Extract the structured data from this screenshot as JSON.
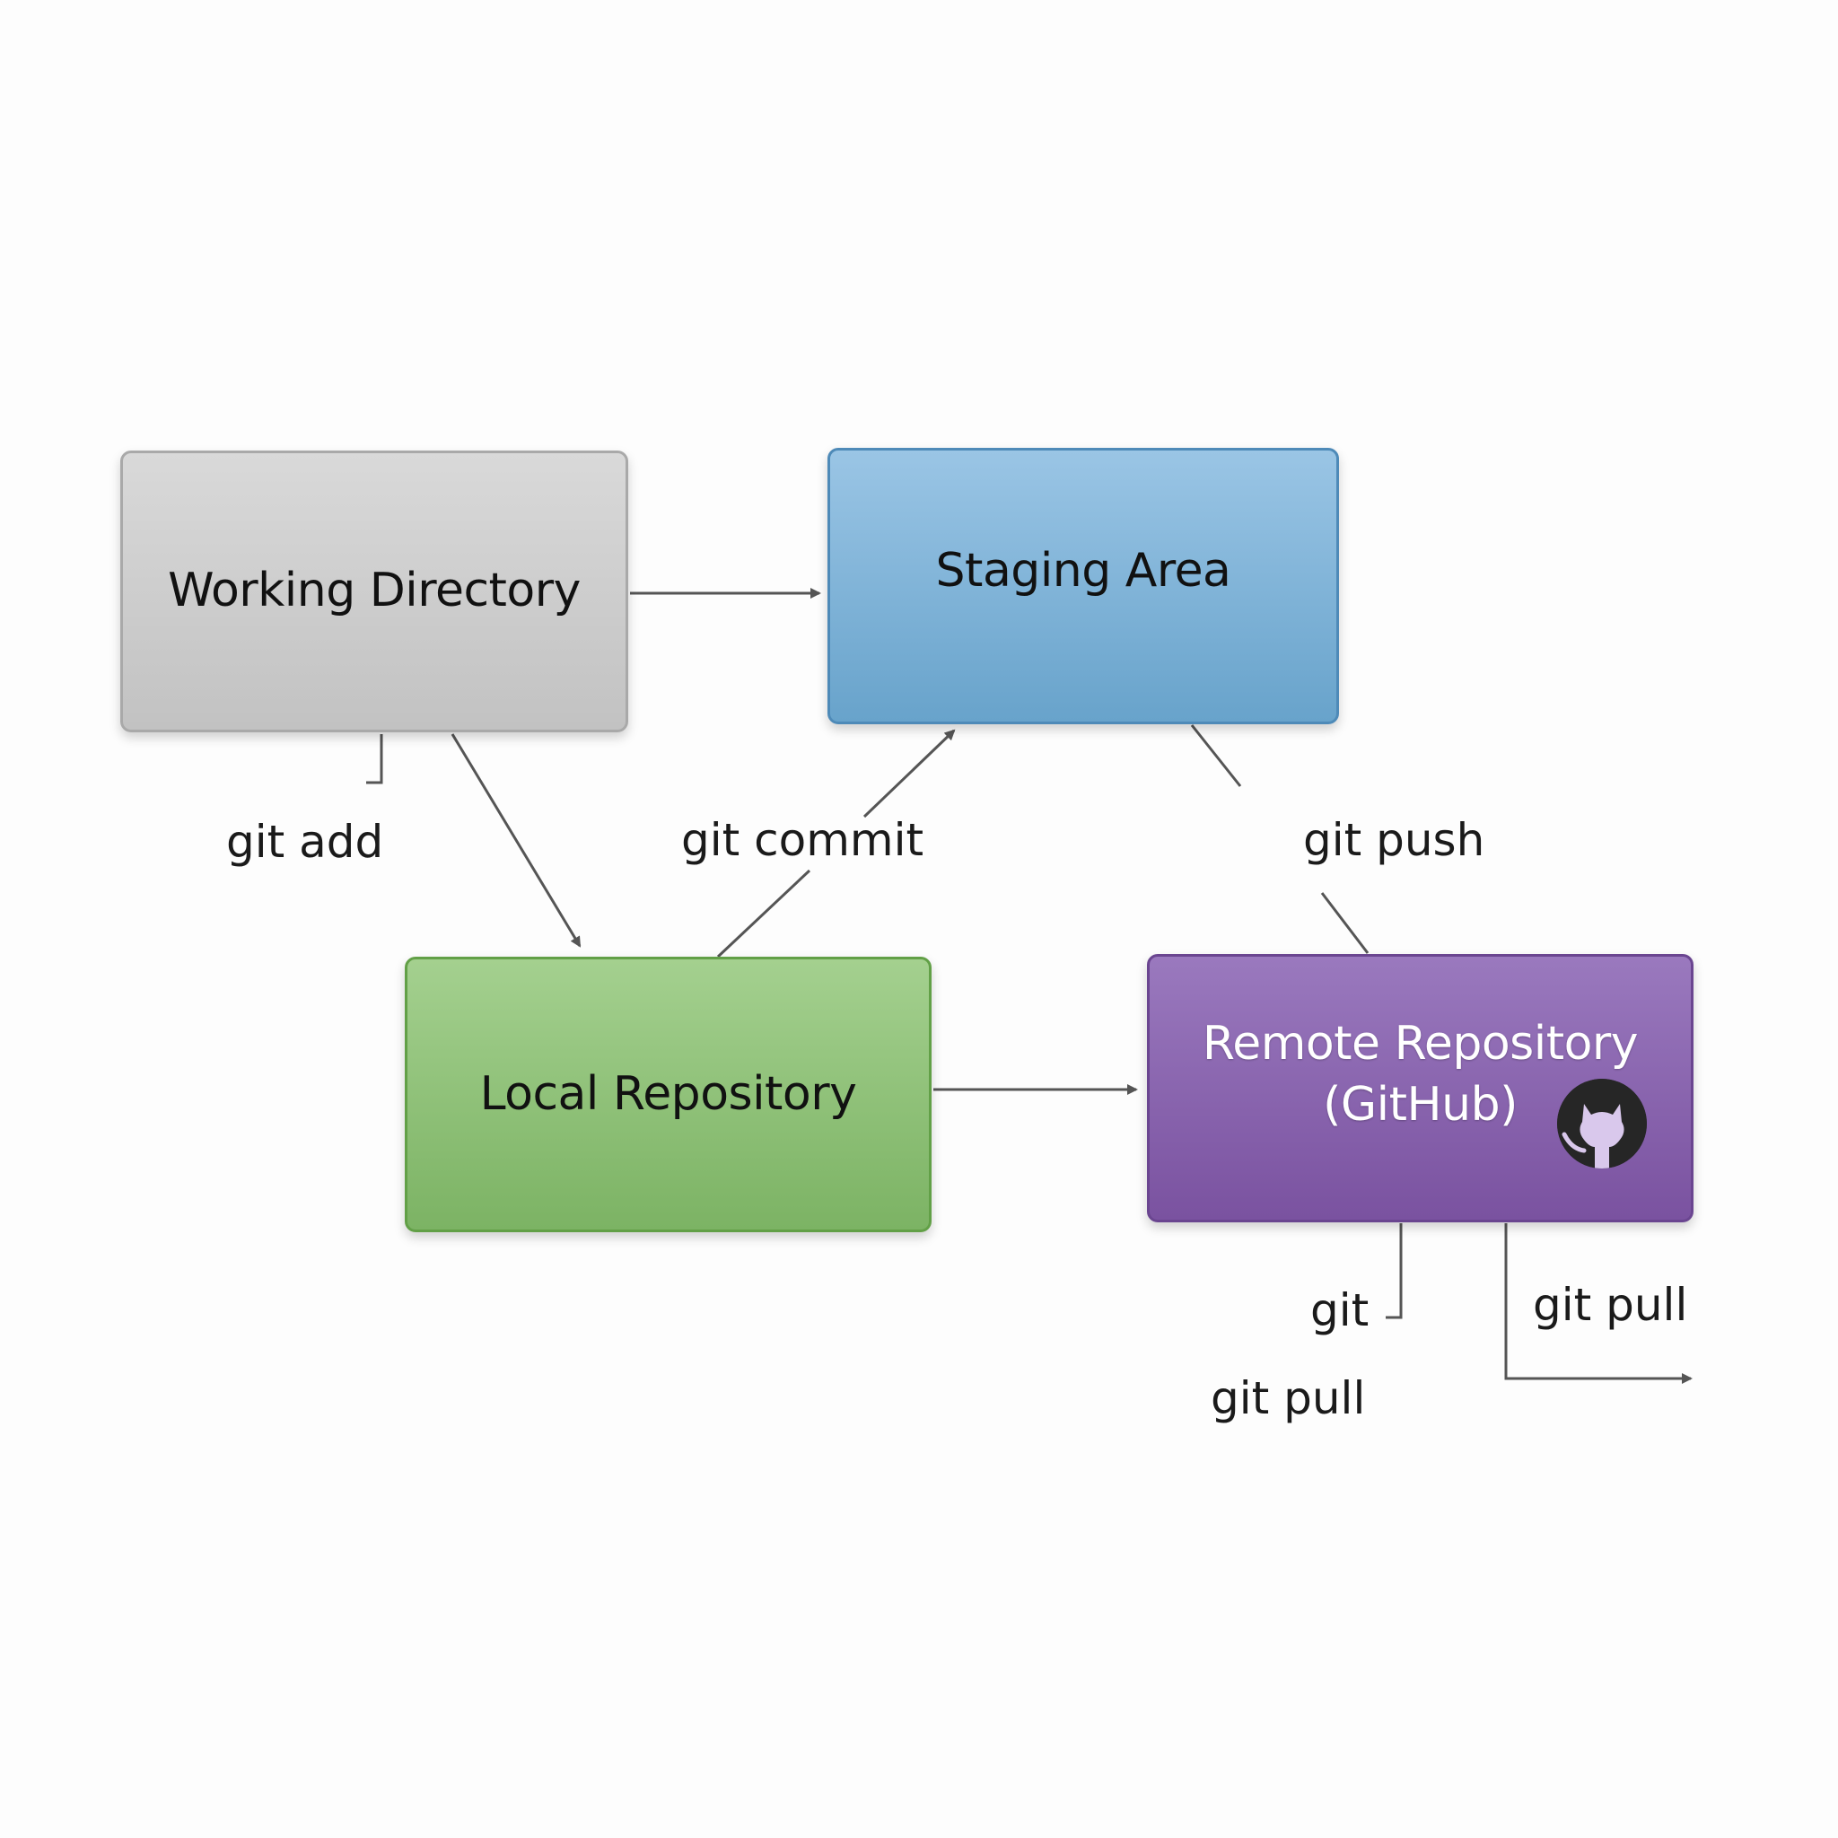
{
  "nodes": {
    "working_directory": {
      "label": "Working Directory",
      "color": "#c9c9c9"
    },
    "staging_area": {
      "label": "Staging Area",
      "color": "#7fb4d9"
    },
    "local_repository": {
      "label": "Local Repository",
      "color": "#8fc279"
    },
    "remote_repository": {
      "line1": "Remote Repository",
      "line2": "(GitHub)",
      "color": "#8a65b0",
      "icon": "github-octocat-icon"
    }
  },
  "edge_labels": {
    "git_add": "git add",
    "git_commit": "git commit",
    "git_push": "git push",
    "git": "git",
    "git_pull_lower": "git pull",
    "git_pull_right": "git pull"
  },
  "colors": {
    "connector": "#555555",
    "background": "#fdfdfd"
  }
}
